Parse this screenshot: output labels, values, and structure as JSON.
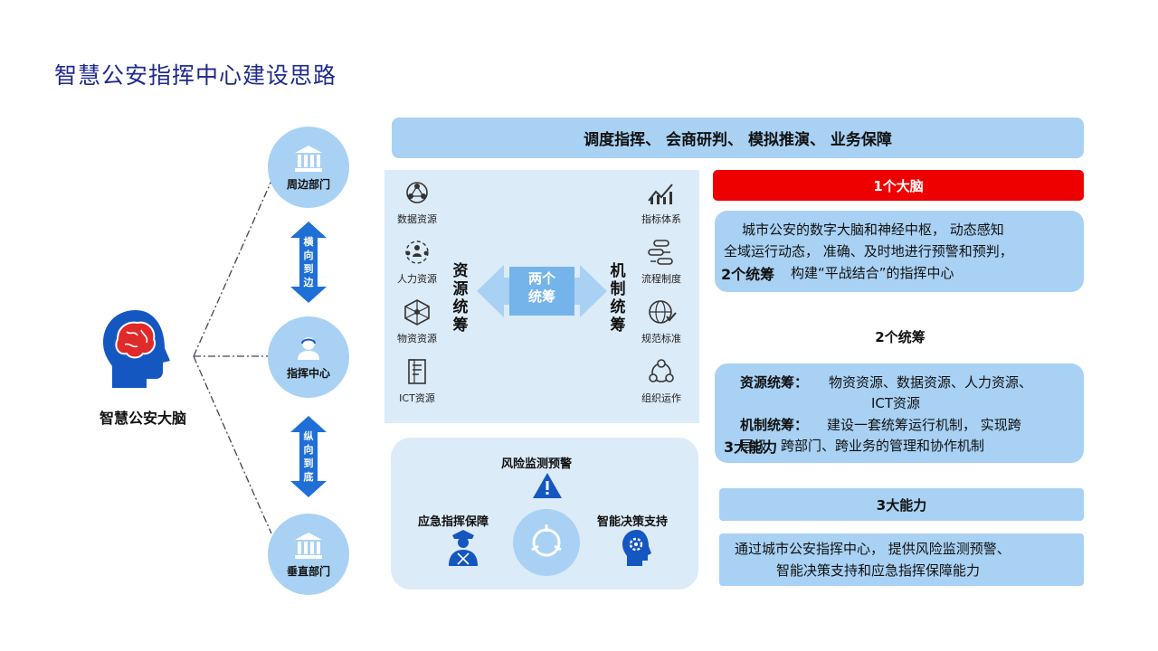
{
  "page": {
    "title": "智慧公安指挥中心建设思路"
  },
  "brain": {
    "label": "智慧公安大脑"
  },
  "nodes": {
    "top": "周边部门",
    "middle": "指挥中心",
    "bottom": "垂直部门"
  },
  "arrows": {
    "horizontal": [
      "横",
      "向",
      "到",
      "边"
    ],
    "vertical": [
      "纵",
      "向",
      "到",
      "底"
    ]
  },
  "banner": {
    "text": "调度指挥、  会商研判、  模拟推演、  业务保障"
  },
  "resources": {
    "left_items": [
      "数据资源",
      "人力资源",
      "物资资源",
      "ICT资源"
    ],
    "right_items": [
      "指标体系",
      "流程制度",
      "规范标准",
      "组织运作"
    ],
    "left_title": [
      "资",
      "源",
      "统",
      "筹"
    ],
    "right_title": [
      "机",
      "制",
      "统",
      "筹"
    ],
    "center_label": [
      "两个",
      "统筹"
    ]
  },
  "capabilities": {
    "risk": "风险监测预警",
    "emergency": "应急指挥保障",
    "decision": "智能决策支持"
  },
  "right": {
    "brain_bar": "1个大脑",
    "brain_desc": [
      "城市公安的数字大脑和神经中枢，  动态感知",
      "全域运行动态，  准确、及时地进行预警和预判，",
      "构建“平战结合”的指挥中心"
    ],
    "overlap_1": "2个统筹",
    "heading_2": "2个统筹",
    "coord_res_label": "资源统筹：",
    "coord_res_text": "物资资源、数据资源、人力资源、",
    "coord_res_text2": "ICT资源",
    "coord_mech_label": "机制统筹：",
    "coord_mech_text": "建设一套统筹运行机制，  实现跨",
    "coord_mech_text2": "层级、跨部门、跨业务的管理和协作机制",
    "overlap_2": "3大能力",
    "bar_3": "3大能力",
    "cap_desc": [
      "通过城市公安指挥中心，  提供风险监测预警、",
      "智能决策支持和应急指挥保障能力"
    ]
  },
  "colors": {
    "title": "#1f2a8c",
    "light_blue": "#a8d1f4",
    "panel": "#dcebf8",
    "arrow": "#1f6fd6",
    "red": "#ee0000"
  }
}
